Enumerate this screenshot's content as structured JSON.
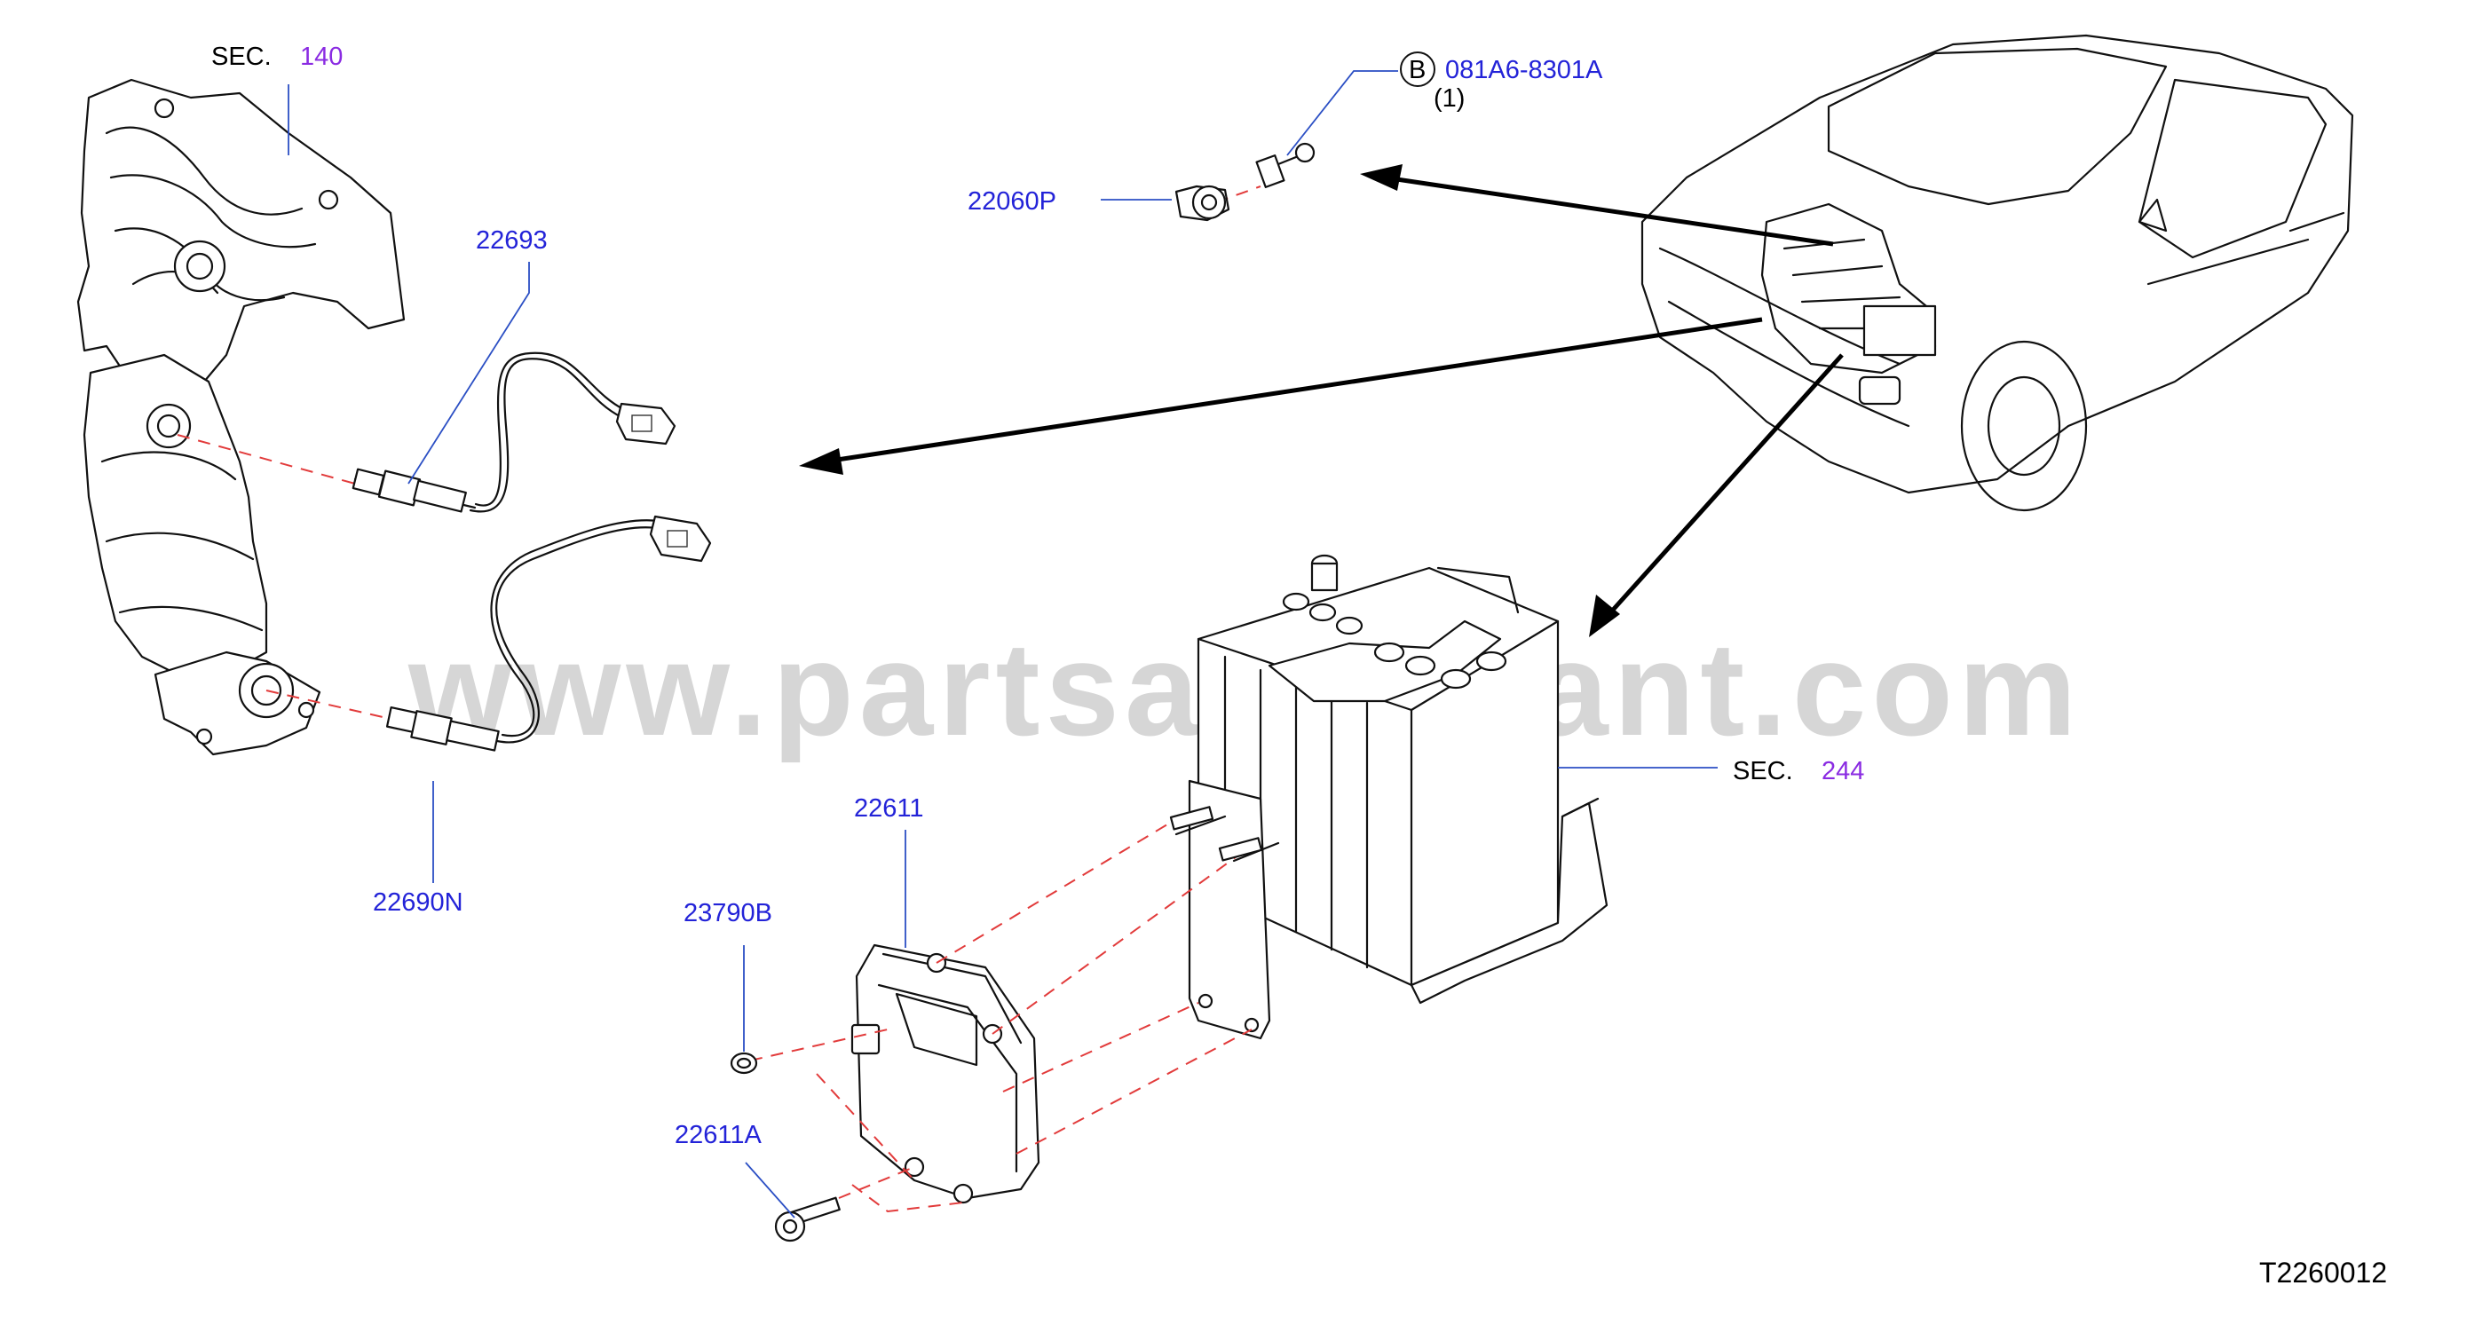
{
  "watermark": "www.partsassistant.com",
  "diagram_id": "T2260012",
  "labels": {
    "sec_140": {
      "prefix": "SEC.",
      "number": "140"
    },
    "sec_244": {
      "prefix": "SEC.",
      "number": "244"
    },
    "p22693": "22693",
    "p22690N": "22690N",
    "p22060P": "22060P",
    "bolt_ref": {
      "circle": "B",
      "code": "081A6-8301A",
      "qty": "(1)"
    },
    "p22611": "22611",
    "p23790B": "23790B",
    "p22611A": "22611A"
  },
  "colors": {
    "part_number": "#2323d8",
    "section_number": "#8a2be2",
    "leader": "#2b4fc4",
    "dashed_guide": "#e23b3b",
    "watermark": "#d6d6d6"
  }
}
